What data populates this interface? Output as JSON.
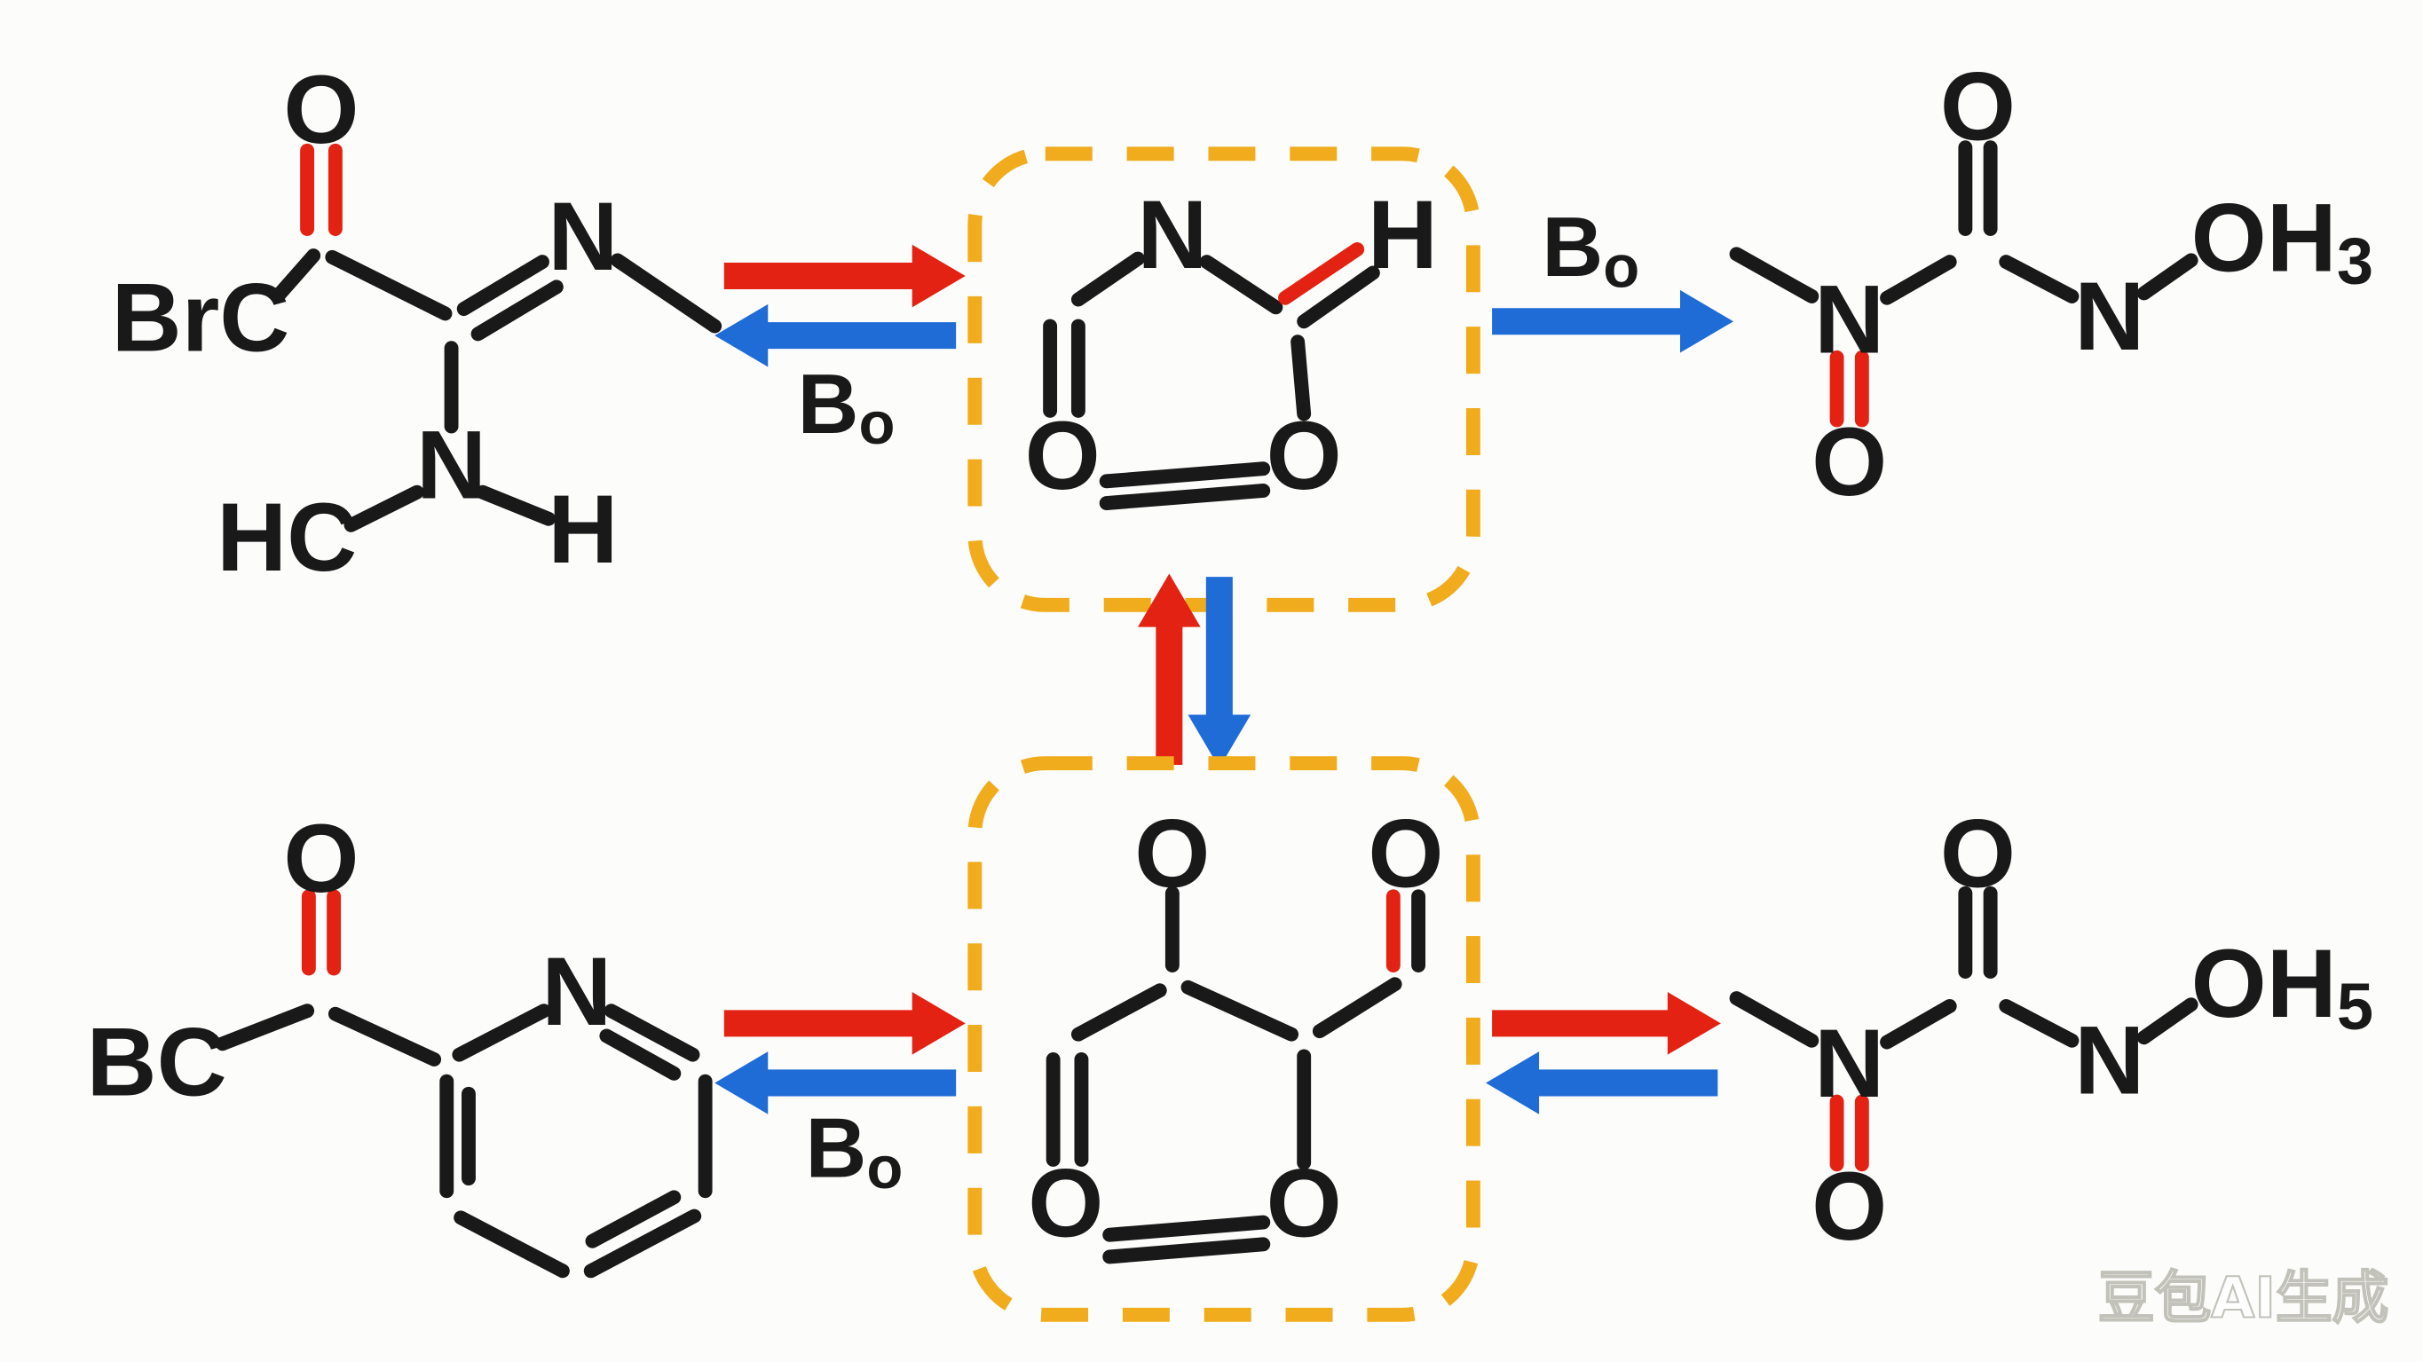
{
  "colors": {
    "red": "#e32213",
    "blue": "#1f6cd6",
    "orange": "#f0ac1c",
    "ink": "#191919",
    "bg": "#fcfcfa"
  },
  "catalyst": {
    "base": "B",
    "sub": "o"
  },
  "molecules": {
    "top_left": {
      "o": "O",
      "brc": "BrC",
      "n_imine": "N",
      "n_amine": "N",
      "h": "H",
      "hc": "HC"
    },
    "top_center": {
      "n": "N",
      "h": "H",
      "o_left": "O",
      "o_right": "O"
    },
    "top_right": {
      "o_top": "O",
      "n_amide": "N",
      "o_oxide": "O",
      "n_hydroxyl": "N",
      "oh": "OH",
      "oh_sub": "3"
    },
    "bottom_left": {
      "o": "O",
      "bc": "BC",
      "n": "N"
    },
    "bottom_center": {
      "o_top_left": "O",
      "o_top_right": "O",
      "o_bottom_left": "O",
      "o_bottom_right": "O"
    },
    "bottom_right": {
      "o_top": "O",
      "n_amide": "N",
      "o_oxide": "O",
      "n_hydroxyl": "N",
      "oh": "OH",
      "oh_sub": "5"
    }
  },
  "watermark": "豆包AI生成"
}
